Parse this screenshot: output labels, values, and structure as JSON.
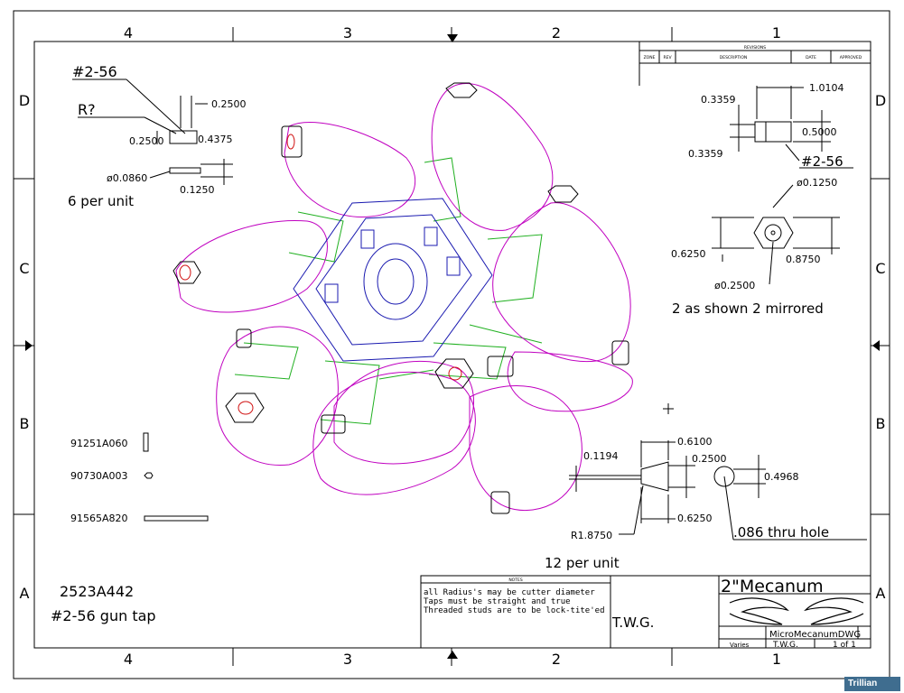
{
  "colors": {
    "line": "#000000",
    "magenta": "#c000c0",
    "blue": "#1a1ab0",
    "green": "#20b020",
    "red": "#d01010",
    "badge": "#3f6d8f"
  },
  "border": {
    "top_cols": [
      "4",
      "3",
      "2",
      "1"
    ],
    "bottom_cols": [
      "4",
      "3",
      "2",
      "1"
    ],
    "left_rows": [
      "D",
      "C",
      "B",
      "A"
    ],
    "right_rows": [
      "D",
      "C",
      "B",
      "A"
    ]
  },
  "revisions": {
    "title": "REVISIONS",
    "cols": [
      "ZONE",
      "REV",
      "DESCRIPTION",
      "DATE",
      "APPROVED"
    ]
  },
  "screw_detail": {
    "thread": "#2-56",
    "radius": "R?",
    "d1": "0.2500",
    "d2": "0.2500",
    "d3": "0.4375",
    "d4": "ø0.0860",
    "d5": "0.1250",
    "qty": "6 per unit"
  },
  "block_detail": {
    "d1": "1.0104",
    "d2": "0.3359",
    "d3": "0.5000",
    "d4": "0.3359",
    "thread": "#2-56"
  },
  "hub_detail": {
    "d1": "ø0.1250",
    "d2": "0.6250",
    "d3": "0.8750",
    "d4": "ø0.2500",
    "note": "2 as shown 2 mirrored"
  },
  "roller_detail": {
    "d1": "0.6100",
    "d2": "0.1194",
    "d3": "0.2500",
    "d4": "0.4968",
    "d5": "R1.8750",
    "d6": "0.6250",
    "hole": ".086 thru hole",
    "qty": "12 per unit"
  },
  "parts": [
    "91251A060",
    "90730A003",
    "91565A820"
  ],
  "tap": {
    "part": "2523A442",
    "name": "#2-56 gun tap"
  },
  "notes": {
    "header": "NOTES",
    "lines": [
      "all Radius's may be cutter diameter",
      "Taps must be straight and true",
      "Threaded studs are to be lock-tite'ed"
    ]
  },
  "title_block": {
    "author": "T.W.G.",
    "title": "2\"Mecanum",
    "file": "MicroMecanumDWG",
    "scale": "Varies",
    "drawn": "T.W.G.",
    "sheet": "1 of 1"
  },
  "badge": "Trillian"
}
